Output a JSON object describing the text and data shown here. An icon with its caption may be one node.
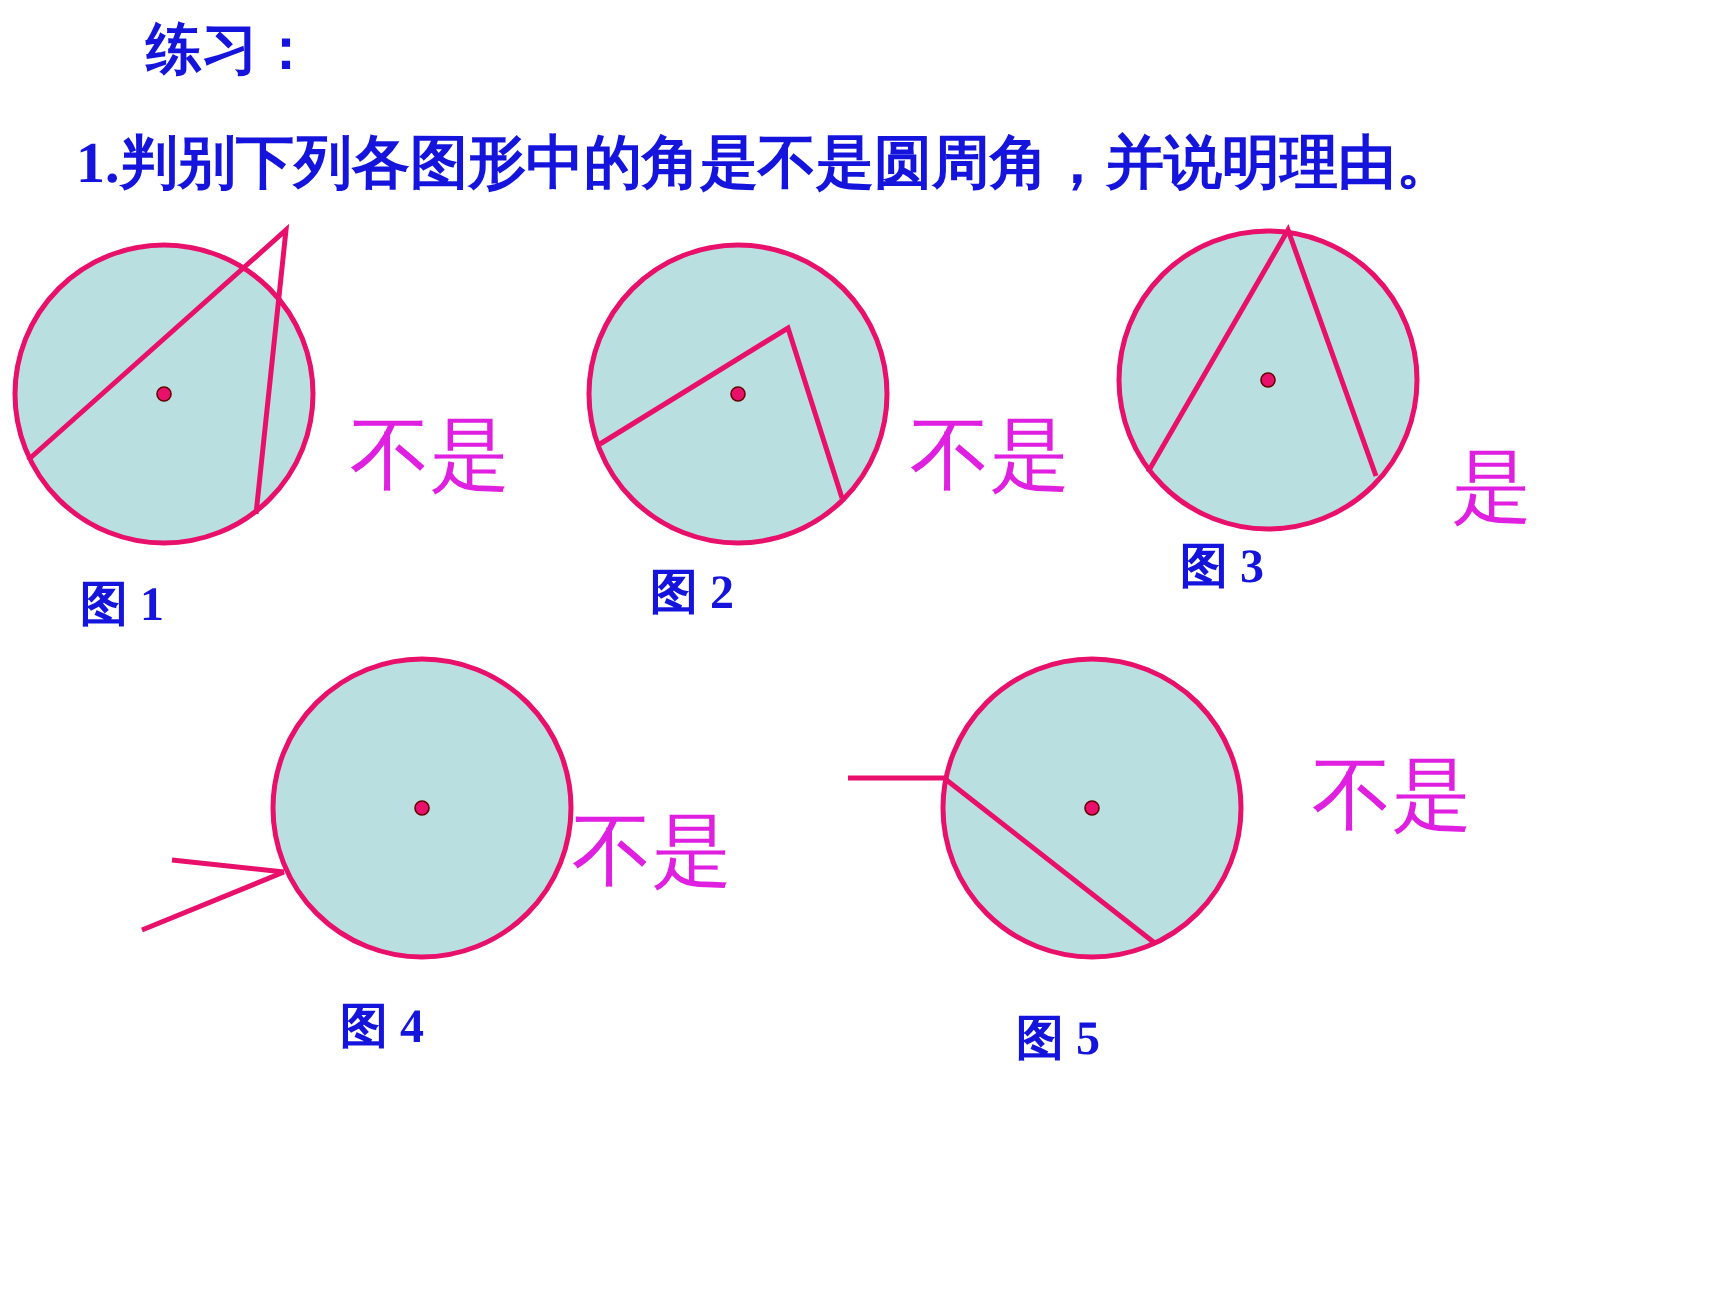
{
  "diagram": {
    "title": "练习：",
    "nodes": [
      {
        "text": [],
        "shape": "circle",
        "beside": [
          "不是",
          "图 1"
        ]
      },
      {
        "text": [],
        "shape": "circle",
        "beside": [
          "不是",
          "图 2"
        ]
      },
      {
        "text": [],
        "shape": "circle",
        "beside": [
          "是",
          "图 3"
        ]
      },
      {
        "text": [],
        "shape": "circle",
        "beside": [
          "不是",
          "图 4"
        ]
      },
      {
        "text": [],
        "shape": "circle",
        "beside": [
          "不是",
          "图 5"
        ]
      }
    ],
    "labels": [
      "1.判别下列各图形中的角是不是圆周角，并说明理由。"
    ]
  }
}
